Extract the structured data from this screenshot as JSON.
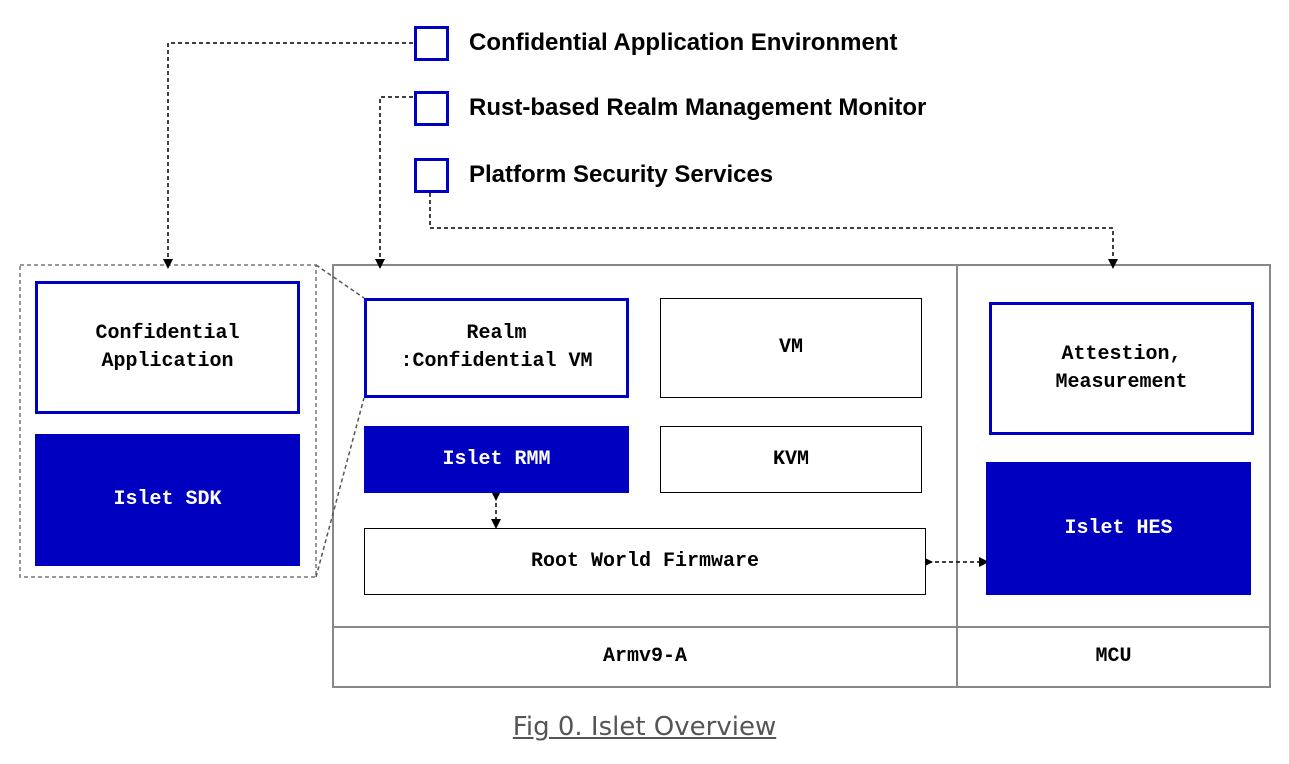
{
  "legend": {
    "items": [
      {
        "label": "Confidential Application Environment"
      },
      {
        "label": "Rust-based Realm Management Monitor"
      },
      {
        "label": "Platform Security Services"
      }
    ]
  },
  "colors": {
    "accent_blue": "#0000c0",
    "border_gray": "#888888",
    "caption_gray": "#555555"
  },
  "app_env": {
    "confidential_application": "Confidential\nApplication",
    "sdk": "Islet SDK"
  },
  "armv9": {
    "realm": "Realm\n:Confidential VM",
    "vm": "VM",
    "rmm": "Islet RMM",
    "kvm": "KVM",
    "root_firmware": "Root World Firmware",
    "label": "Armv9-A"
  },
  "mcu": {
    "attestation": "Attestion,\nMeasurement",
    "hes": "Islet HES",
    "label": "MCU"
  },
  "caption": "Fig 0. Islet Overview"
}
